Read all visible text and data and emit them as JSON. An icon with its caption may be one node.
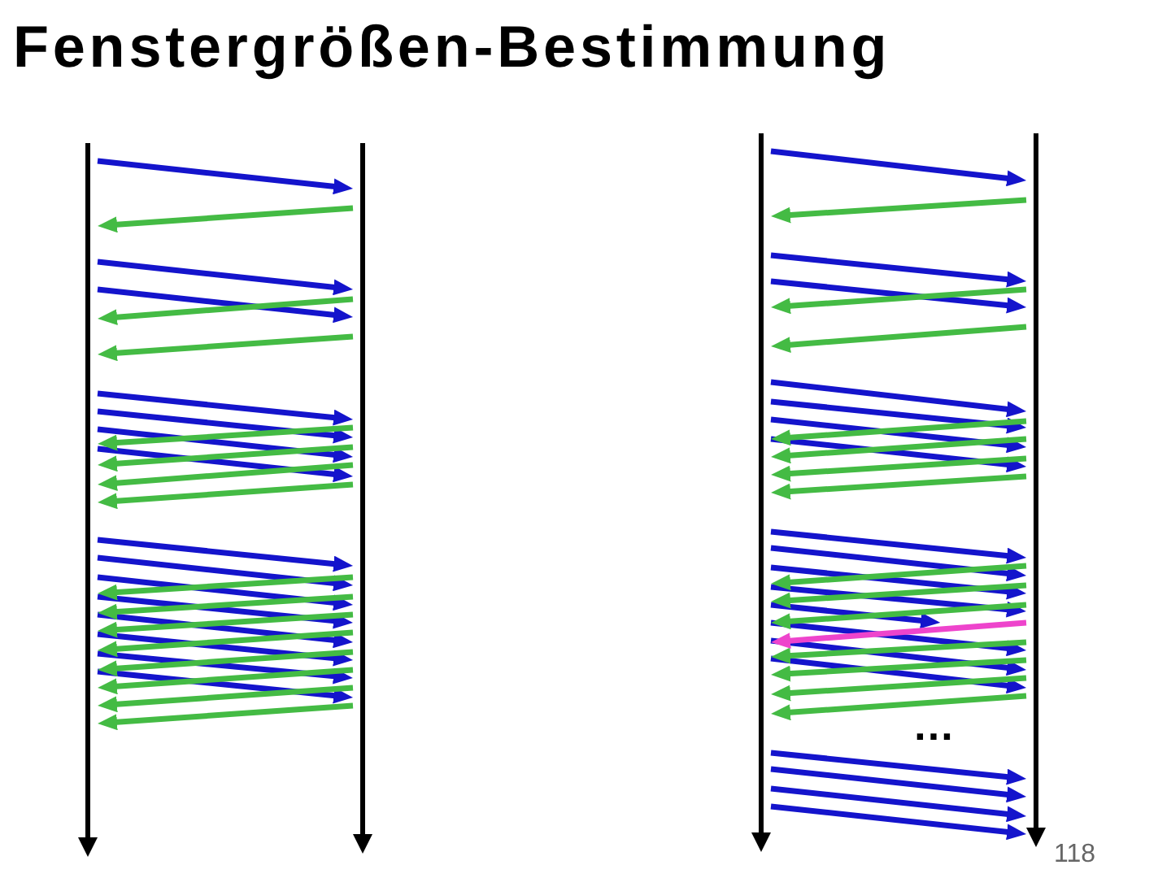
{
  "diagram": {
    "title": "Fenstergrößen-Bestimmung",
    "nodes": [
      {
        "text": [],
        "shape": "line"
      },
      {
        "text": [],
        "shape": "line"
      },
      {
        "text": [],
        "shape": "line"
      },
      {
        "text": [],
        "shape": "line"
      }
    ],
    "edges": [
      {
        "from": 0,
        "to": 1,
        "arrow": "to"
      },
      {
        "from": 1,
        "to": 0,
        "arrow": "to",
        "color": "#44bb44"
      },
      {
        "from": 0,
        "to": 1,
        "arrow": "to"
      },
      {
        "from": 0,
        "to": 1,
        "arrow": "to"
      },
      {
        "from": 1,
        "to": 0,
        "arrow": "to",
        "color": "#44bb44"
      },
      {
        "from": 1,
        "to": 0,
        "arrow": "to",
        "color": "#44bb44"
      },
      {
        "from": 0,
        "to": 1,
        "arrow": "to"
      },
      {
        "from": 0,
        "to": 1,
        "arrow": "to"
      },
      {
        "from": 0,
        "to": 1,
        "arrow": "to"
      },
      {
        "from": 0,
        "to": 1,
        "arrow": "to"
      },
      {
        "from": 1,
        "to": 0,
        "arrow": "to",
        "color": "#44bb44"
      },
      {
        "from": 1,
        "to": 0,
        "arrow": "to",
        "color": "#44bb44"
      },
      {
        "from": 1,
        "to": 0,
        "arrow": "to",
        "color": "#44bb44"
      },
      {
        "from": 1,
        "to": 0,
        "arrow": "to",
        "color": "#44bb44"
      },
      {
        "from": 0,
        "to": 1,
        "arrow": "to"
      },
      {
        "from": 0,
        "to": 1,
        "arrow": "to"
      },
      {
        "from": 0,
        "to": 1,
        "arrow": "to"
      },
      {
        "from": 0,
        "to": 1,
        "arrow": "to"
      },
      {
        "from": 0,
        "to": 1,
        "arrow": "to"
      },
      {
        "from": 0,
        "to": 1,
        "arrow": "to"
      },
      {
        "from": 0,
        "to": 1,
        "arrow": "to"
      },
      {
        "from": 0,
        "to": 1,
        "arrow": "to"
      },
      {
        "from": 1,
        "to": 0,
        "arrow": "to",
        "color": "#44bb44"
      },
      {
        "from": 1,
        "to": 0,
        "arrow": "to",
        "color": "#44bb44"
      },
      {
        "from": 1,
        "to": 0,
        "arrow": "to",
        "color": "#44bb44"
      },
      {
        "from": 1,
        "to": 0,
        "arrow": "to",
        "color": "#44bb44"
      },
      {
        "from": 1,
        "to": 0,
        "arrow": "to",
        "color": "#44bb44"
      },
      {
        "from": 1,
        "to": 0,
        "arrow": "to",
        "color": "#44bb44"
      },
      {
        "from": 1,
        "to": 0,
        "arrow": "to",
        "color": "#44bb44"
      },
      {
        "from": 1,
        "to": 0,
        "arrow": "to",
        "color": "#44bb44"
      },
      {
        "from": 2,
        "to": 3,
        "arrow": "to"
      },
      {
        "from": 3,
        "to": 2,
        "arrow": "to",
        "color": "#44bb44"
      },
      {
        "from": 2,
        "to": 3,
        "arrow": "to"
      },
      {
        "from": 2,
        "to": 3,
        "arrow": "to"
      },
      {
        "from": 3,
        "to": 2,
        "arrow": "to",
        "color": "#44bb44"
      },
      {
        "from": 3,
        "to": 2,
        "arrow": "to",
        "color": "#44bb44"
      },
      {
        "from": 2,
        "to": 3,
        "arrow": "to"
      },
      {
        "from": 2,
        "to": 3,
        "arrow": "to"
      },
      {
        "from": 2,
        "to": 3,
        "arrow": "to"
      },
      {
        "from": 2,
        "to": 3,
        "arrow": "to"
      },
      {
        "from": 3,
        "to": 2,
        "arrow": "to",
        "color": "#44bb44"
      },
      {
        "from": 3,
        "to": 2,
        "arrow": "to",
        "color": "#44bb44"
      },
      {
        "from": 3,
        "to": 2,
        "arrow": "to",
        "color": "#44bb44"
      },
      {
        "from": 3,
        "to": 2,
        "arrow": "to",
        "color": "#44bb44"
      },
      {
        "from": 2,
        "to": 3,
        "arrow": "to"
      },
      {
        "from": 2,
        "to": 3,
        "arrow": "to"
      },
      {
        "from": 2,
        "to": 3,
        "arrow": "to"
      },
      {
        "from": 2,
        "to": 3,
        "arrow": "to"
      },
      {
        "from": 2,
        "to": null,
        "arrow": "to"
      },
      {
        "from": 2,
        "to": 3,
        "arrow": "to"
      },
      {
        "from": 2,
        "to": 3,
        "arrow": "to"
      },
      {
        "from": 2,
        "to": 3,
        "arrow": "to"
      },
      {
        "from": 3,
        "to": 2,
        "arrow": "to",
        "color": "#44bb44"
      },
      {
        "from": 3,
        "to": 2,
        "arrow": "to",
        "color": "#44bb44"
      },
      {
        "from": 3,
        "to": 2,
        "arrow": "to",
        "color": "#44bb44"
      },
      {
        "from": 3,
        "to": 2,
        "arrow": "to",
        "color": "#ee44cc"
      },
      {
        "from": 3,
        "to": 2,
        "arrow": "to",
        "color": "#44bb44"
      },
      {
        "from": 3,
        "to": 2,
        "arrow": "to",
        "color": "#44bb44"
      },
      {
        "from": 3,
        "to": 2,
        "arrow": "to",
        "color": "#44bb44"
      },
      {
        "from": 3,
        "to": 2,
        "arrow": "to",
        "color": "#44bb44"
      },
      {
        "from": 2,
        "to": 3,
        "arrow": "to"
      },
      {
        "from": 2,
        "to": 3,
        "arrow": "to"
      },
      {
        "from": 2,
        "to": 3,
        "arrow": "to"
      },
      {
        "from": 2,
        "to": 3,
        "arrow": "to"
      }
    ],
    "labels": [
      "…",
      "118"
    ]
  }
}
